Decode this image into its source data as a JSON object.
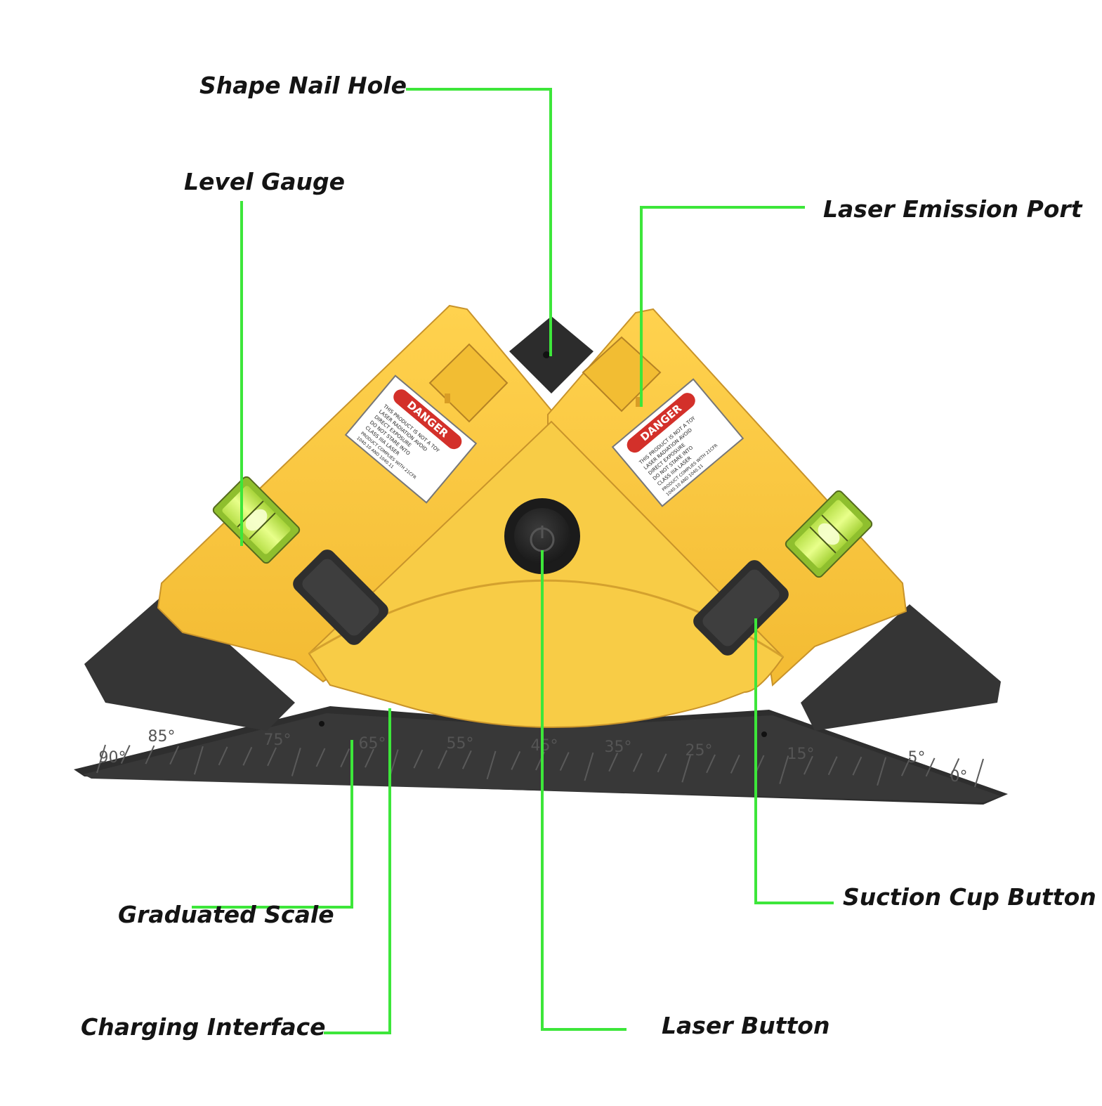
{
  "colors": {
    "leader_line": "#3de63a",
    "body_yellow": "#f7c43c",
    "body_shadow": "#d9a52b",
    "rubber_black": "#3a3a3a",
    "ruler_black": "#303030",
    "bubble_green": "#d8f56a",
    "label_text": "#141414"
  },
  "labels": {
    "shape_nail_hole": "Shape Nail Hole",
    "level_gauge": "Level Gauge",
    "laser_emission_port": "Laser Emission Port",
    "suction_cup_button": "Suction Cup Button",
    "graduated_scale": "Graduated Scale",
    "charging_interface": "Charging Interface",
    "laser_button": "Laser Button"
  },
  "warning_label": {
    "heading": "DANGER",
    "lines": [
      "THIS PRODUCT IS NOT A TOY",
      "LASER RADIATION AVOID",
      "DIRECT EXPOSURE",
      "DO NOT STARE INTO",
      "CLASS IIIA LASER",
      "PRODUCT COMPLIES WITH 21CFR",
      "1040.10 AND 1040.11"
    ]
  },
  "scale_ticks": [
    "90°",
    "85°",
    "75°",
    "65°",
    "55°",
    "45°",
    "35°",
    "25°",
    "15°",
    "5°",
    "0°"
  ]
}
